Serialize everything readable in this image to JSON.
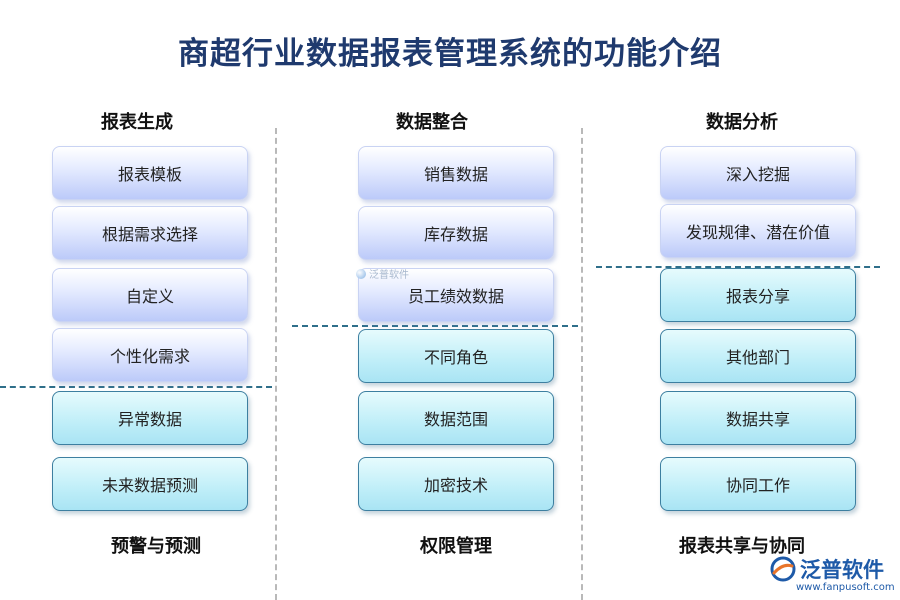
{
  "title": "商超行业数据报表管理系统的功能介绍",
  "columns": [
    {
      "header": "报表生成",
      "top_items": [
        "报表模板",
        "根据需求选择",
        "自定义",
        "个性化需求"
      ],
      "footer": "预警与预测",
      "bottom_items": [
        "异常数据",
        "未来数据预测"
      ]
    },
    {
      "header": "数据整合",
      "top_items": [
        "销售数据",
        "库存数据",
        "员工绩效数据"
      ],
      "footer": "权限管理",
      "bottom_items": [
        "不同角色",
        "数据范围",
        "加密技术"
      ]
    },
    {
      "header": "数据分析",
      "top_items": [
        "深入挖掘",
        "发现规律、潜在价值"
      ],
      "footer": "报表共享与协同",
      "bottom_items": [
        "报表分享",
        "其他部门",
        "数据共享",
        "协同工作"
      ]
    }
  ],
  "watermark": "泛普软件",
  "logo": {
    "name": "泛普软件",
    "url": "www.fanpusoft.com"
  },
  "colors": {
    "title": "#1f3a6e",
    "top_box": "#bccaf9",
    "bottom_box_border": "#3d7fa0",
    "logo": "#1e5aa8"
  }
}
